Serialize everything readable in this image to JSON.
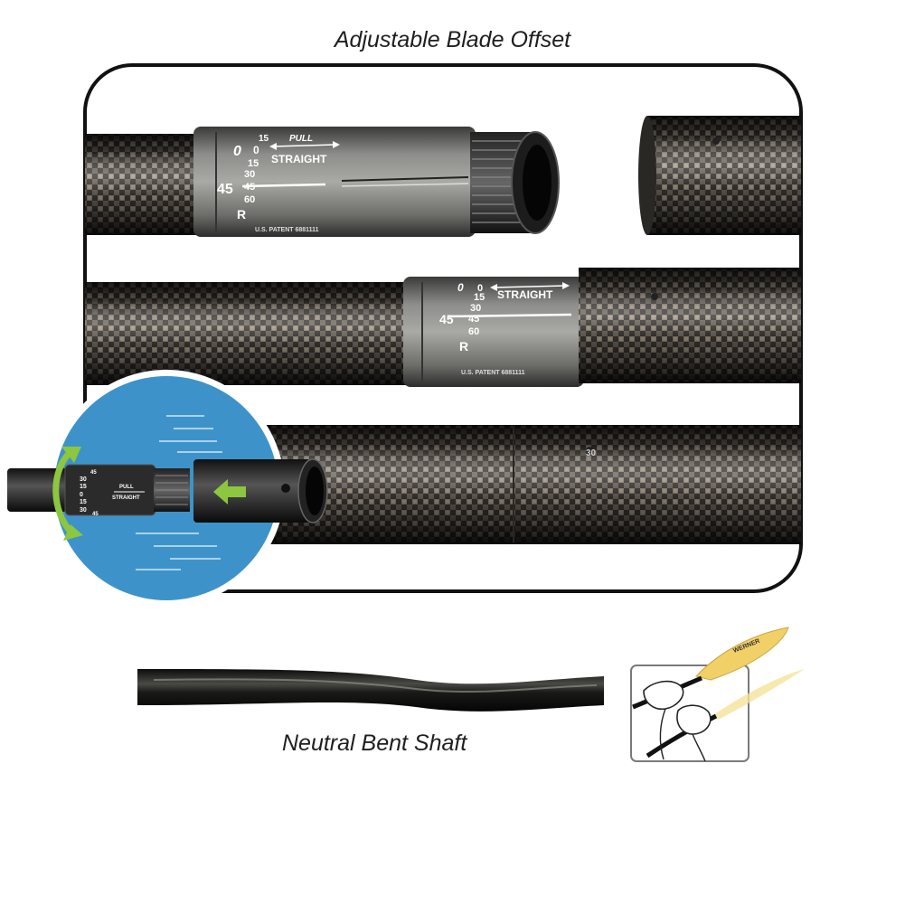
{
  "title": "Adjustable Blade Offset",
  "bent_caption": "Neutral Bent Shaft",
  "dial_top": {
    "angles": [
      "15",
      "0",
      "15",
      "30",
      "45",
      "60"
    ],
    "left_mark": "0",
    "left_big": "45",
    "side": "R",
    "pull": "PULL",
    "straight": "STRAIGHT",
    "patent": "U.S. PATENT 6881111"
  },
  "dial_mid": {
    "angles": [
      "0",
      "15",
      "30",
      "45",
      "60"
    ],
    "left_mark": "0",
    "left_big": "45",
    "side": "R",
    "straight": "STRAIGHT",
    "patent": "U.S. PATENT 6881111"
  },
  "ferrule_mark": "30",
  "inset_dial": {
    "angles": [
      "45",
      "30",
      "15",
      "0",
      "15",
      "30",
      "45"
    ],
    "pull": "PULL",
    "straight": "STRAIGHT"
  },
  "blade_brand": "WERNER",
  "colors": {
    "frame": "#111111",
    "inset_blue": "#3d93c9",
    "arrow_green": "#8dc63f",
    "blade_yellow": "#f2d068"
  }
}
